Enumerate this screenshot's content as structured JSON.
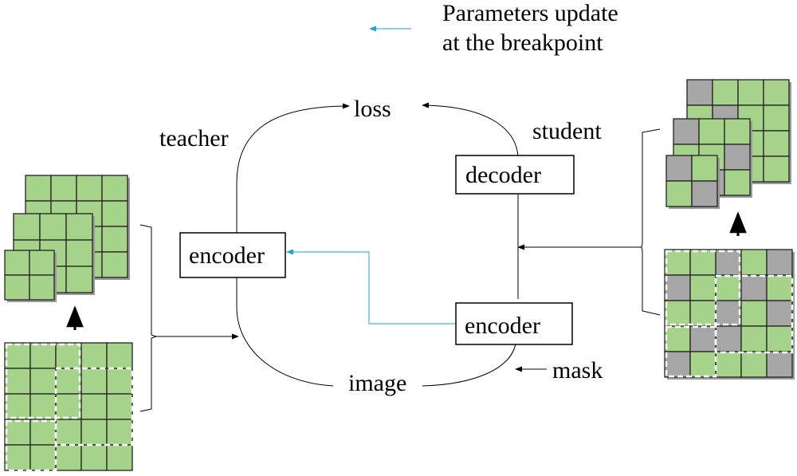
{
  "legend": {
    "line1": "Parameters update",
    "line2": "at the breakpoint"
  },
  "labels": {
    "loss": "loss",
    "teacher": "teacher",
    "student": "student",
    "image": "image",
    "mask": "mask"
  },
  "boxes": {
    "teacher_encoder": "encoder",
    "student_encoder": "encoder",
    "student_decoder": "decoder"
  },
  "colors": {
    "patch_green": "#a6d38a",
    "patch_gray": "#a6a6a6",
    "grid_line": "#222222",
    "update_arrow": "#1e9fe6"
  }
}
